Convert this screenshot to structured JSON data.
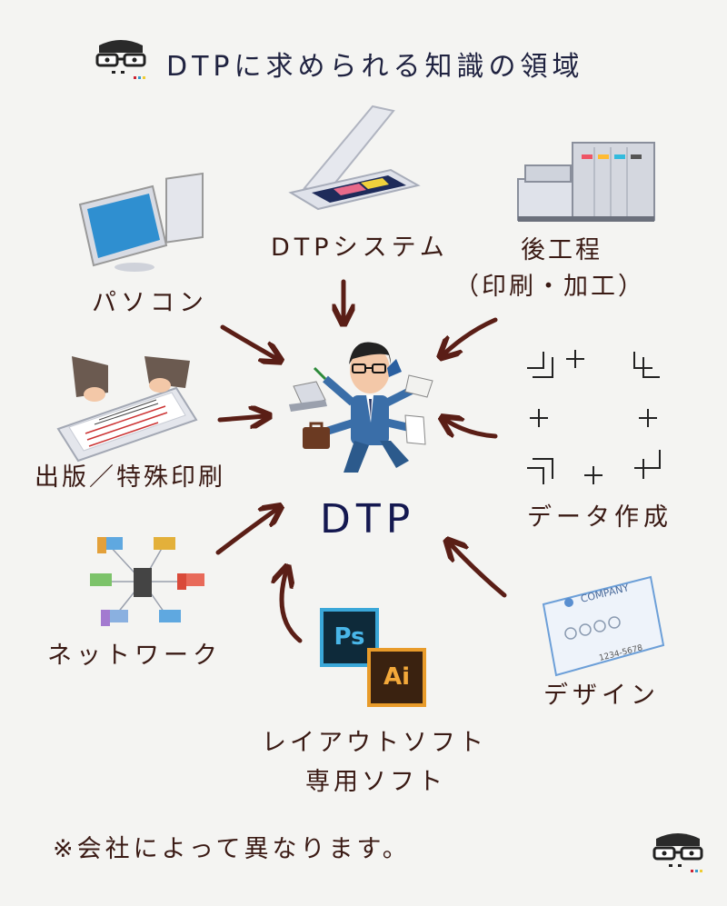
{
  "title": "DTPに求められる知識の領域",
  "center": {
    "label": "DTP"
  },
  "nodes": {
    "pc": "パソコン",
    "dtp_system": "DTPシステム",
    "post_process_1": "後工程",
    "post_process_2": "（印刷・加工）",
    "publishing": "出版／特殊印刷",
    "data_creation": "データ作成",
    "network": "ネットワーク",
    "design": "デザイン",
    "layout_software_1": "レイアウトソフト",
    "layout_software_2": "専用ソフト"
  },
  "software_icons": {
    "photoshop": "Ps",
    "illustrator": "Ai"
  },
  "card": {
    "company": "COMPANY",
    "number": "1234-5678"
  },
  "note": "※会社によって異なります。",
  "colors": {
    "arrow": "#5a1e16",
    "text": "#3a1a14",
    "title": "#1f2240"
  }
}
